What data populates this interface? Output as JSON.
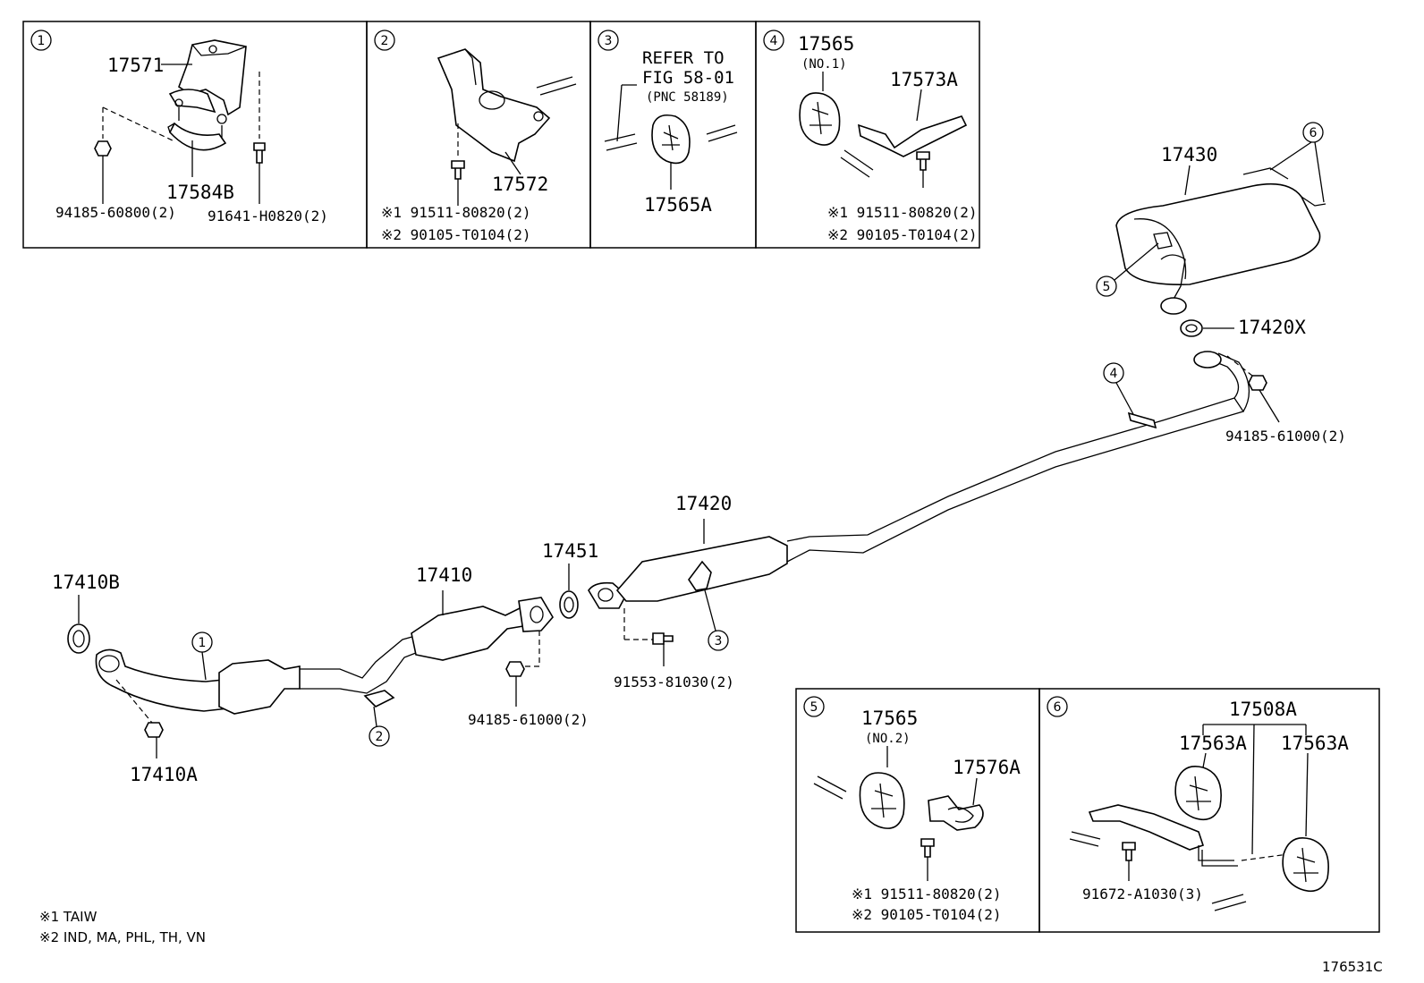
{
  "inset_boxes": [
    {
      "id": "1",
      "labels": {
        "a": "17571",
        "b": "17584B",
        "c": "94185-60800(2)",
        "d": "91641-H0820(2)"
      }
    },
    {
      "id": "2",
      "labels": {
        "a": "17572",
        "b": "※1 91511-80820(2)",
        "c": "※2 90105-T0104(2)"
      }
    },
    {
      "id": "3",
      "labels": {
        "a": "REFER TO",
        "b": "FIG 58-01",
        "c": "(PNC 58189)",
        "d": "17565A"
      }
    },
    {
      "id": "4",
      "labels": {
        "a": "17565",
        "b": "(NO.1)",
        "c": "17573A",
        "d": "※1 91511-80820(2)",
        "e": "※2 90105-T0104(2)"
      }
    },
    {
      "id": "5",
      "labels": {
        "a": "17565",
        "b": "(NO.2)",
        "c": "17576A",
        "d": "※1 91511-80820(2)",
        "e": "※2 90105-T0104(2)"
      }
    },
    {
      "id": "6",
      "labels": {
        "a": "17508A",
        "b": "17563A",
        "c": "17563A",
        "d": "91672-A1030(3)"
      }
    }
  ],
  "main_labels": {
    "p17410B": "17410B",
    "p17410A": "17410A",
    "p17410": "17410",
    "p94185_61000_a": "94185-61000(2)",
    "p17451": "17451",
    "p17420": "17420",
    "p91553": "91553-81030(2)",
    "p17430": "17430",
    "p17420X": "17420X",
    "p94185_61000_b": "94185-61000(2)"
  },
  "callouts": {
    "c1": "1",
    "c2": "2",
    "c3": "3",
    "c4": "4",
    "c5": "5",
    "c6": "6"
  },
  "notes": {
    "n1": "※1  TAIW",
    "n2": "※2  IND, MA, PHL, TH, VN"
  },
  "figure_id": "176531C"
}
